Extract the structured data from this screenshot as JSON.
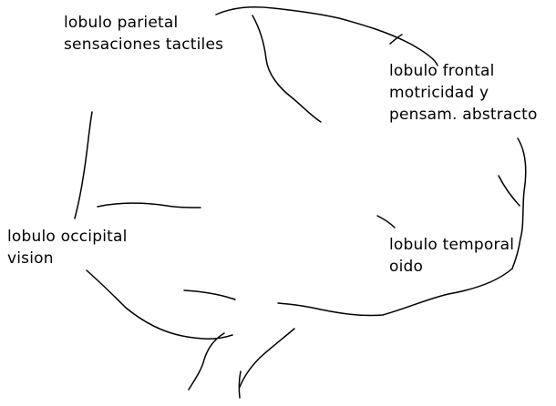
{
  "labels": {
    "parietal": {
      "name": "lobulo parietal",
      "function": "sensaciones tactiles"
    },
    "frontal": {
      "name": "lobulo frontal",
      "function_line1": "motricidad y",
      "function_line2": "pensam. abstracto"
    },
    "occipital": {
      "name": "lobulo occipital",
      "function": "vision"
    },
    "temporal": {
      "name": "lobulo temporal",
      "function": "oido"
    }
  },
  "colors": {
    "background": "#ffffff",
    "ink": "#000000"
  }
}
